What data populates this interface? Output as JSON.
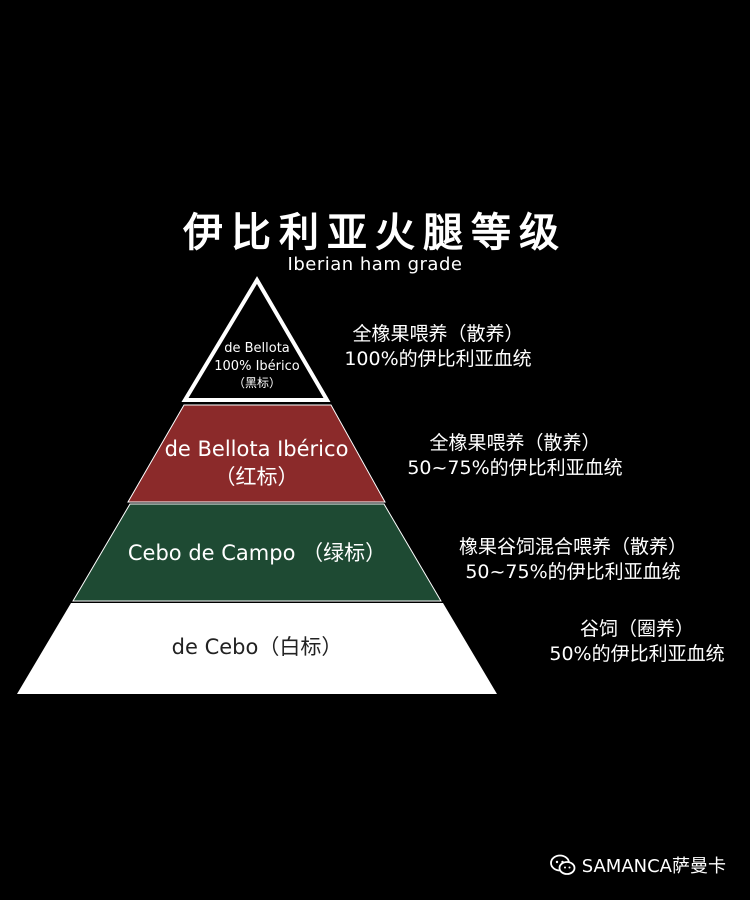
{
  "title": "伊比利亚火腿等级",
  "subtitle": "Iberian ham grade",
  "levels": [
    {
      "line1": "de Bellota",
      "line2": "100% Ibérico",
      "line3": "（黑标）",
      "color": "#000000",
      "desc1": "全橡果喂养（散养）",
      "desc2": "100%的伊比利亚血统"
    },
    {
      "line1": "de Bellota Ibérico",
      "line2": "（红标）",
      "color": "#8b2a2a",
      "desc1": "全橡果喂养（散养）",
      "desc2": "50~75%的伊比利亚血统"
    },
    {
      "line1": "Cebo de  Campo （绿标）",
      "color": "#1e4a33",
      "desc1": "橡果谷饲混合喂养（散养）",
      "desc2": "50~75%的伊比利亚血统"
    },
    {
      "line1": "de Cebo（白标）",
      "color": "#ffffff",
      "desc1": "谷饲（圈养）",
      "desc2": "50%的伊比利亚血统"
    }
  ],
  "footer": {
    "icon": "wechat-icon",
    "text": "SAMANCA萨曼卡"
  }
}
